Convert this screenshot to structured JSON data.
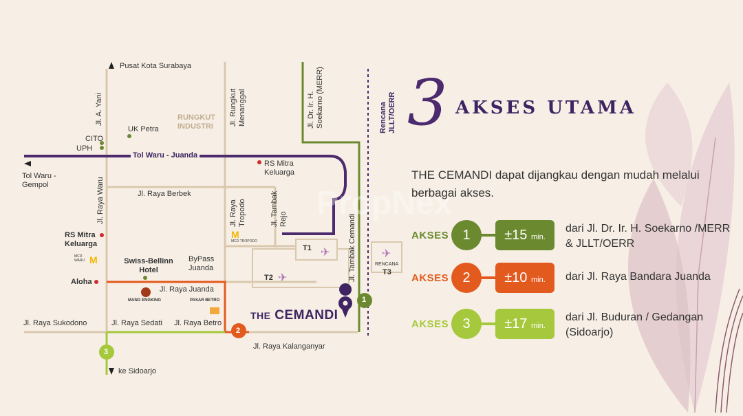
{
  "colors": {
    "purple": "#4b2a6e",
    "green": "#6b8a2f",
    "orange": "#e35a1f",
    "lightgreen": "#a6c83c",
    "road": "#d9c8ad"
  },
  "title": {
    "numeral": "3",
    "text": "AKSES UTAMA"
  },
  "description": "THE CEMANDI dapat dijangkau dengan mudah melalui berbagai akses.",
  "akses": [
    {
      "word": "AKSES",
      "num": "1",
      "time": "±15",
      "unit": "min.",
      "route": "dari Jl. Dr. Ir. H. Soekarno /MERR & JLLT/OERR",
      "color": "#6b8a2f"
    },
    {
      "word": "AKSES",
      "num": "2",
      "time": "±10",
      "unit": "min.",
      "route": "dari Jl. Raya Bandara Juanda",
      "color": "#e35a1f"
    },
    {
      "word": "AKSES",
      "num": "3",
      "time": "±17",
      "unit": "min.",
      "route": "dari Jl. Buduran / Gedangan (Sidoarjo)",
      "color": "#a6c83c"
    }
  ],
  "map": {
    "pusat": "Pusat Kota Surabaya",
    "ayani": "Jl. A. Yani",
    "rungkut_industri": "RUNGKUT INDUSTRI",
    "rungkut_menanggal": "Jl. Rungkut Menanggal",
    "soekarno": "Jl. Dr. Ir. H. Soekarno (MERR)",
    "rencana": "Rencana JLLT/OERR",
    "uk_petra": "UK Petra",
    "cito": "CITO",
    "uph": "UPH",
    "tol": "Tol Waru - Juanda",
    "tol_waru": "Tol Waru - Gempol",
    "rs_mitra_1": "RS Mitra Keluarga",
    "raya_berbek": "Jl. Raya Berbek",
    "raya_waru": "Jl. Raya Waru",
    "raya_tropodo": "Jl. Raya Tropodo",
    "tambak_rejo": "Jl. Tambak Rejo",
    "tambak_cemandi": "Jl. Tambak Cemandi",
    "rs_mitra_2": "RS Mitra Keluarga",
    "mcd_waru": "MCD WARU",
    "mcd_tropodo": "MCD TROPODO",
    "swiss": "Swiss-Bellinn Hotel",
    "bypass": "ByPass Juanda",
    "t1": "T1",
    "t2": "T2",
    "t3_rencana": "RENCANA",
    "t3": "T3",
    "aloha": "Aloha",
    "raya_juanda": "Jl. Raya Juanda",
    "mang_engking": "MANG ENGKING",
    "pasar_betro": "PASAR BETRO",
    "cemandi_the": "THE",
    "cemandi_name": "CEMANDI",
    "sukodono": "Jl. Raya Sukodono",
    "sedati": "Jl. Raya Sedati",
    "betro": "Jl. Raya Betro",
    "kalanganyar": "Jl. Raya Kalanganyar",
    "sidoarjo": "ke Sidoarjo",
    "m1": "1",
    "m2": "2",
    "m3": "3"
  },
  "watermark": "PropNex"
}
